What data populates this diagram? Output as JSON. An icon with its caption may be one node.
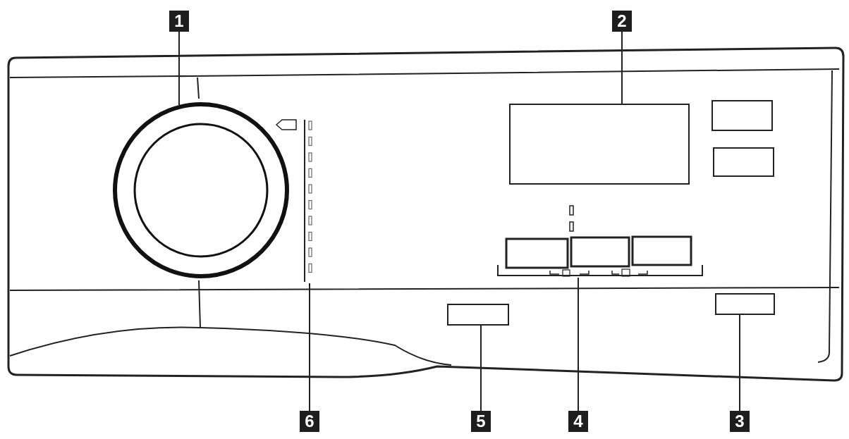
{
  "diagram": {
    "nodes": [
      {
        "text": [
          "1"
        ]
      },
      {
        "text": [
          "2"
        ]
      },
      {
        "text": [],
        "shape": "circle"
      },
      {
        "text": [],
        "shape": "box"
      },
      {
        "text": [],
        "shape": "bar"
      },
      {
        "text": [],
        "shape": "bracket"
      },
      {
        "text": [],
        "shape": "box"
      },
      {
        "text": [],
        "shape": "box"
      },
      {
        "text": [
          "6"
        ]
      },
      {
        "text": [
          "5"
        ]
      },
      {
        "text": [
          "4"
        ]
      },
      {
        "text": [
          "3"
        ]
      }
    ],
    "edges": [
      {
        "from": 0,
        "to": 2,
        "arrow": "none"
      },
      {
        "from": 1,
        "to": 3,
        "arrow": "none"
      },
      {
        "from": 8,
        "to": 4,
        "arrow": "none"
      },
      {
        "from": 9,
        "to": 6,
        "arrow": "none"
      },
      {
        "from": 10,
        "to": 5,
        "arrow": "none"
      },
      {
        "from": 11,
        "to": 7,
        "arrow": "none"
      }
    ]
  }
}
